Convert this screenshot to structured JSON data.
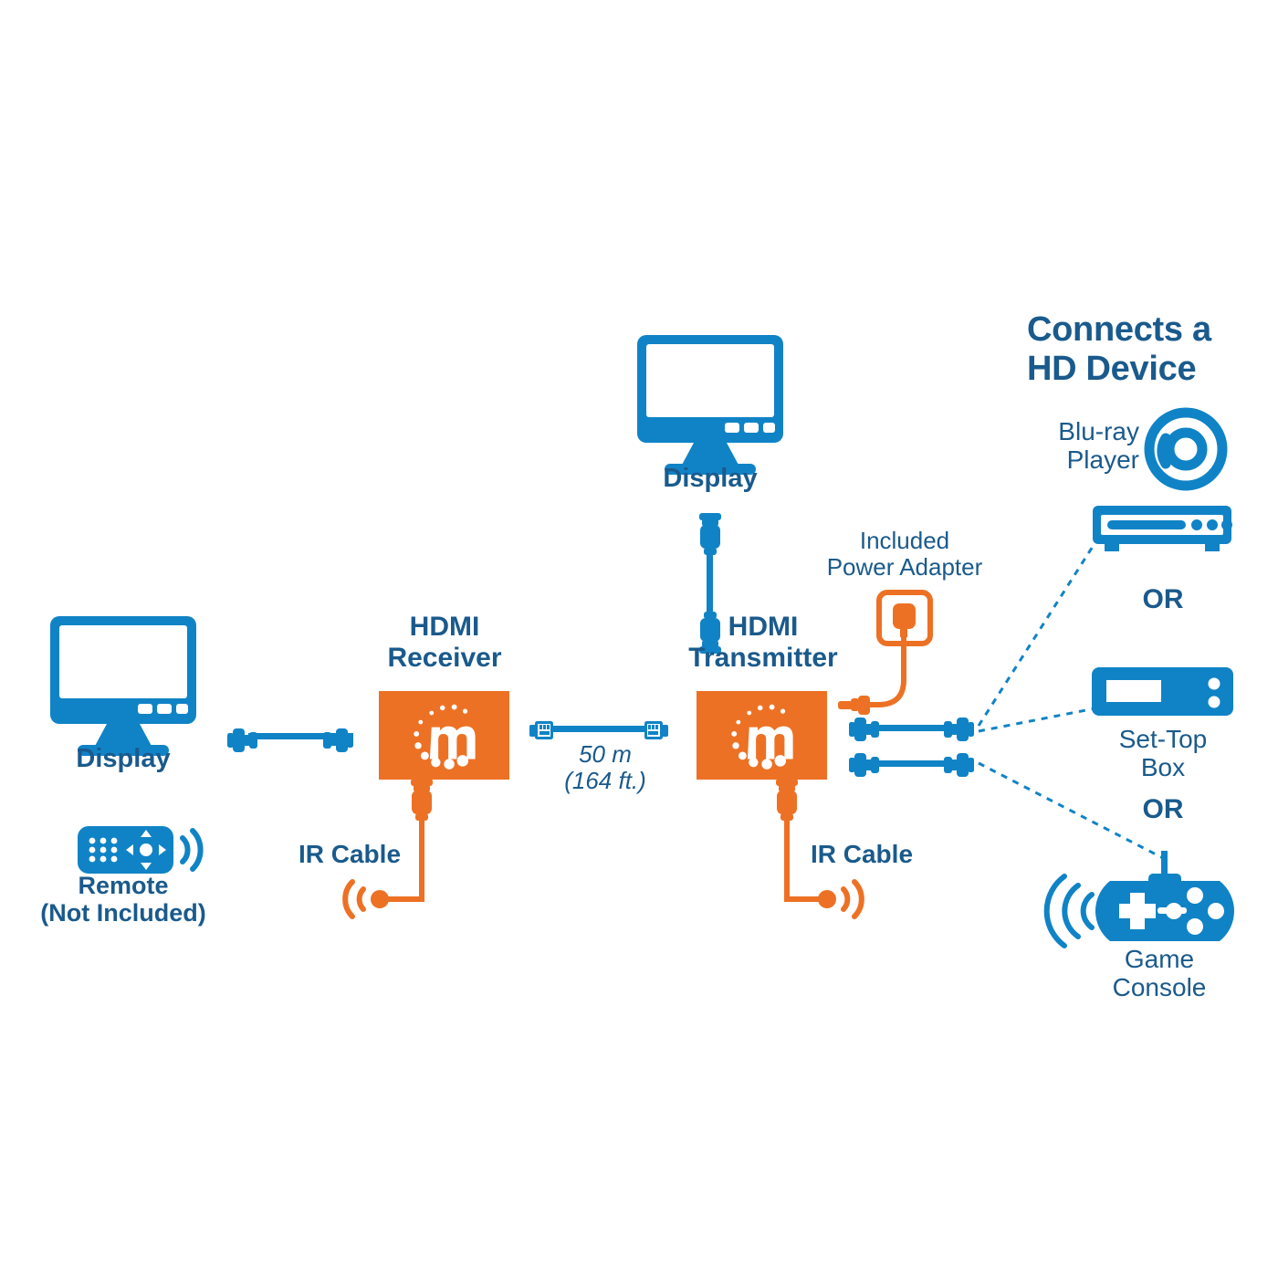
{
  "colors": {
    "blue": "#1083c6",
    "orange": "#ed7124",
    "navy": "#1a5a8c",
    "white": "#ffffff"
  },
  "headline": "Connects a\nHD Device",
  "nodes": {
    "display_left": {
      "label": "Display",
      "icon": "monitor-icon"
    },
    "display_top": {
      "label": "Display",
      "icon": "monitor-icon"
    },
    "receiver": {
      "label": "HDMI\nReceiver",
      "icon": "manhattan-m-logo"
    },
    "transmitter": {
      "label": "HDMI\nTransmitter",
      "icon": "manhattan-m-logo"
    },
    "remote": {
      "label": "Remote\n(Not Included)",
      "icon": "remote-control-icon"
    },
    "power_adapter": {
      "label": "Included\nPower Adapter",
      "icon": "power-adapter-icon"
    },
    "bluray": {
      "label": "Blu-ray\nPlayer",
      "icon": "bluray-disc-icon"
    },
    "settop": {
      "label": "Set-Top Box",
      "icon": "set-top-box-icon"
    },
    "console": {
      "label": "Game Console",
      "icon": "game-controller-icon"
    }
  },
  "cables": {
    "ir_receiver": "IR Cable",
    "ir_transmitter": "IR Cable",
    "ethernet_distance": "50 m\n(164 ft.)",
    "ethernet_distance_metric": "50 m",
    "ethernet_distance_imperial": "(164 ft.)"
  },
  "separators": {
    "or_1": "OR",
    "or_2": "OR"
  }
}
